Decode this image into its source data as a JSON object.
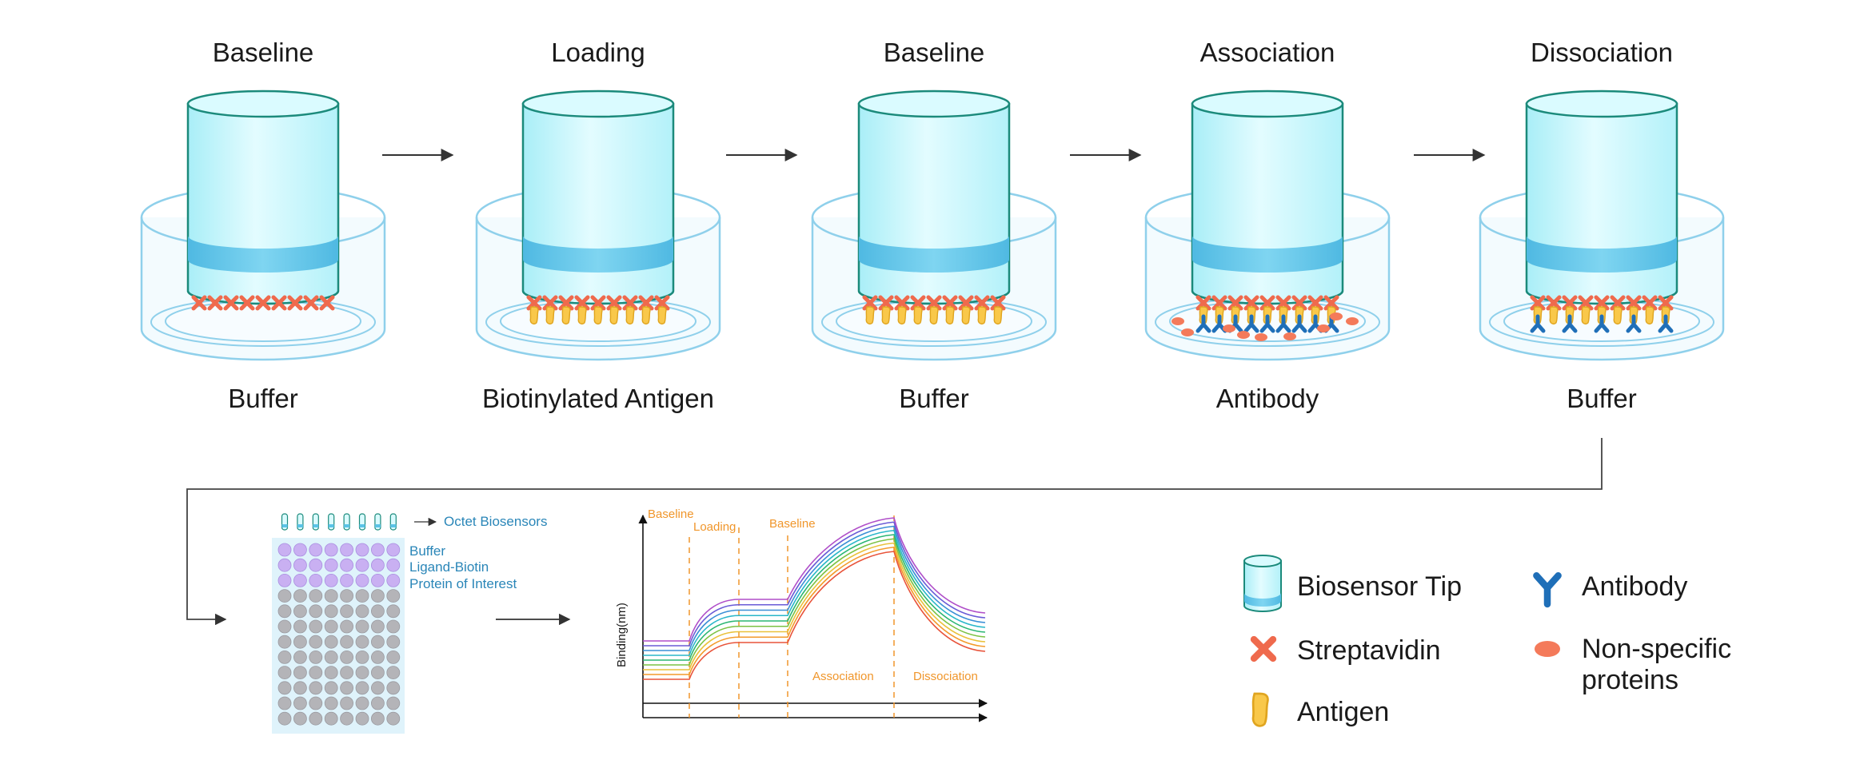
{
  "stages": [
    {
      "title": "Baseline",
      "solution": "Buffer",
      "antigen": false,
      "antibodies": "none"
    },
    {
      "title": "Loading",
      "solution": "Biotinylated Antigen",
      "antigen": true,
      "antibodies": "none"
    },
    {
      "title": "Baseline",
      "solution": "Buffer",
      "antigen": true,
      "antibodies": "none"
    },
    {
      "title": "Association",
      "solution": "Antibody",
      "antigen": true,
      "antibodies": "full"
    },
    {
      "title": "Dissociation",
      "solution": "Buffer",
      "antigen": true,
      "antibodies": "partial"
    }
  ],
  "plate": {
    "biosensors_label": "Octet Biosensors",
    "row_labels": [
      "Buffer",
      "Ligand-Biotin",
      "Protein of Interest"
    ],
    "columns": 8,
    "rows": 12,
    "colored_rows": 3
  },
  "legend": {
    "biosensor_tip": "Biosensor Tip",
    "streptavidin": "Streptavidin",
    "antigen": "Antigen",
    "antibody": "Antibody",
    "non_specific_line1": "Non-specific",
    "non_specific_line2": "proteins"
  },
  "colors": {
    "tip_body": "#c4f6fb",
    "tip_band": "#5bc3e6",
    "tip_outline": "#1b8a7b",
    "dish": "#8fd0eb",
    "streptavidin": "#ef6a4d",
    "antigen": "#f9c84a",
    "antibody": "#1f6fb8",
    "nonspecific": "#f47a5a",
    "phase_text": "#f0962b",
    "plate_text": "#2a86b8"
  },
  "chart_data": {
    "type": "line",
    "title": "",
    "xlabel": "",
    "ylabel": "Binding(nm)",
    "phases": [
      "Baseline",
      "Loading",
      "Baseline",
      "Association",
      "Dissociation"
    ],
    "curve_count": 9,
    "curve_colors": [
      "#e8533a",
      "#f39a2b",
      "#e9c13a",
      "#7cc243",
      "#2bb673",
      "#2ab7c9",
      "#3a8fd6",
      "#6a5bd6",
      "#b04fc9"
    ]
  }
}
